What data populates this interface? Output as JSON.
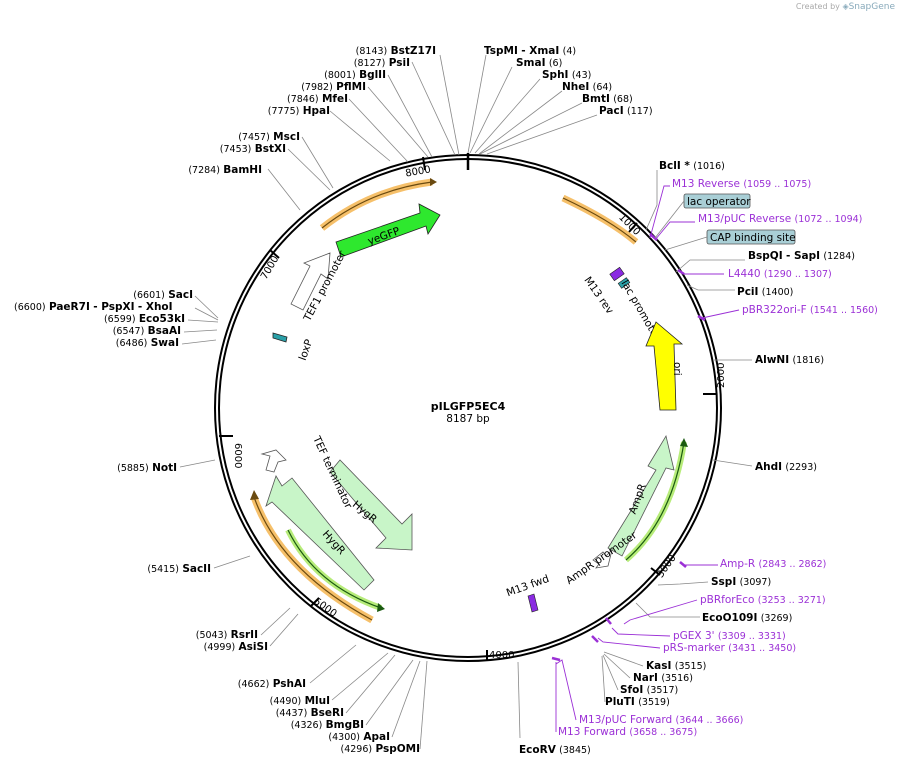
{
  "credit": {
    "prefix": "Created by",
    "brand": "SnapGene"
  },
  "plasmid": {
    "name": "pILGFP5EC4",
    "size": "8187 bp"
  },
  "ticks": [
    "1000",
    "2000",
    "3000",
    "4000",
    "5000",
    "6000",
    "7000",
    "8000"
  ],
  "enzymes": [
    {
      "name": "BstZ17I",
      "pos": "(8143)"
    },
    {
      "name": "PsiI",
      "pos": "(8127)"
    },
    {
      "name": "BglII",
      "pos": "(8001)"
    },
    {
      "name": "PflMI",
      "pos": "(7982)"
    },
    {
      "name": "MfeI",
      "pos": "(7846)"
    },
    {
      "name": "HpaI",
      "pos": "(7775)"
    },
    {
      "name": "MscI",
      "pos": "(7457)"
    },
    {
      "name": "BstXI",
      "pos": "(7453)"
    },
    {
      "name": "BamHI",
      "pos": "(7284)"
    },
    {
      "name": "TspMI",
      "name2": "- XmaI",
      "pos": "(4)"
    },
    {
      "name": "SmaI",
      "pos": "(6)"
    },
    {
      "name": "SphI",
      "pos": "(43)"
    },
    {
      "name": "NheI",
      "pos": "(64)"
    },
    {
      "name": "BmtI",
      "pos": "(68)"
    },
    {
      "name": "PacI",
      "pos": "(117)"
    },
    {
      "name": "BclI *",
      "pos": "(1016)"
    },
    {
      "name": "BspQI",
      "name2": "- SapI",
      "pos": "(1284)"
    },
    {
      "name": "PciI",
      "pos": "(1400)"
    },
    {
      "name": "AlwNI",
      "pos": "(1816)"
    },
    {
      "name": "AhdI",
      "pos": "(2293)"
    },
    {
      "name": "SspI",
      "pos": "(3097)"
    },
    {
      "name": "EcoO109I",
      "pos": "(3269)"
    },
    {
      "name": "KasI",
      "pos": "(3515)"
    },
    {
      "name": "NarI",
      "pos": "(3516)"
    },
    {
      "name": "SfoI",
      "pos": "(3517)"
    },
    {
      "name": "PluTI",
      "pos": "(3519)"
    },
    {
      "name": "EcoRV",
      "pos": "(3845)"
    },
    {
      "name": "SacI",
      "pos": "(6601)"
    },
    {
      "name": "PaeR7I",
      "name2": "- PspXI",
      "name3": "- XhoI",
      "pos": "(6600)"
    },
    {
      "name": "Eco53kI",
      "pos": "(6599)"
    },
    {
      "name": "BsaAI",
      "pos": "(6547)"
    },
    {
      "name": "SwaI",
      "pos": "(6486)"
    },
    {
      "name": "NotI",
      "pos": "(5885)"
    },
    {
      "name": "SacII",
      "pos": "(5415)"
    },
    {
      "name": "RsrII",
      "pos": "(5043)"
    },
    {
      "name": "AsiSI",
      "pos": "(4999)"
    },
    {
      "name": "PshAI",
      "pos": "(4662)"
    },
    {
      "name": "MluI",
      "pos": "(4490)"
    },
    {
      "name": "BseRI",
      "pos": "(4437)"
    },
    {
      "name": "BmgBI",
      "pos": "(4326)"
    },
    {
      "name": "ApaI",
      "pos": "(4300)"
    },
    {
      "name": "PspOMI",
      "pos": "(4296)"
    }
  ],
  "primers": [
    {
      "name": "M13 Reverse",
      "range": "(1059 .. 1075)"
    },
    {
      "name": "M13/pUC Reverse",
      "range": "(1072 .. 1094)"
    },
    {
      "name": "L4440",
      "range": "(1290 .. 1307)"
    },
    {
      "name": "pBR322ori-F",
      "range": "(1541 .. 1560)"
    },
    {
      "name": "Amp-R",
      "range": "(2843 .. 2862)"
    },
    {
      "name": "pBRforEco",
      "range": "(3253 .. 3271)"
    },
    {
      "name": "pGEX 3'",
      "range": "(3309 .. 3331)"
    },
    {
      "name": "pRS-marker",
      "range": "(3431 .. 3450)"
    },
    {
      "name": "M13/pUC Forward",
      "range": "(3644 .. 3666)"
    },
    {
      "name": "M13 Forward",
      "range": "(3658 .. 3675)"
    }
  ],
  "boxed_features": [
    "lac operator",
    "CAP binding site"
  ],
  "features": {
    "yegfp": "yeGFP",
    "tef1": "TEF1 promoter",
    "loxp": "loxP",
    "m13rev": "M13 rev",
    "lacprom": "lac promoter",
    "ori": "ori",
    "ampr": "AmpR",
    "amprprom": "AmpR promoter",
    "m13fwd": "M13 fwd",
    "hygr1": "HygR",
    "hygr2": "HygR",
    "teftermin": "TEF terminator"
  },
  "colors": {
    "primer": "#9b30d6",
    "gfp": "#2ee82e",
    "ori": "#ffff00",
    "ampr": "#c8f5c8",
    "orange": "#f6c06a",
    "box": "#a9cfd6"
  }
}
